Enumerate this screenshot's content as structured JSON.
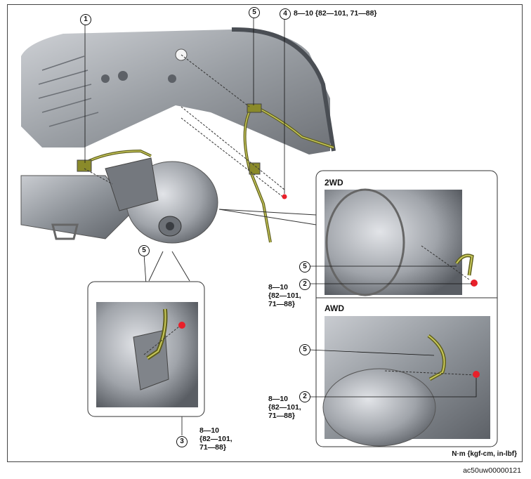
{
  "callouts": {
    "c1": "1",
    "c2": "2",
    "c3": "3",
    "c4": "4",
    "c5": "5"
  },
  "torque": {
    "top_line": "8—10 {82—101, 71—88}",
    "line1": "8—10",
    "line2": "{82—101,",
    "line3": "71—88}"
  },
  "panels": {
    "two_wd": "2WD",
    "awd": "AWD"
  },
  "unit_note": "N·m {kgf-cm, in-lbf}",
  "figure_code": "ac50uw00000121",
  "colors": {
    "fastener": "#e8202a",
    "harness": "#9a9a2a",
    "metal": "#8a8e94",
    "frame": "#444444"
  }
}
